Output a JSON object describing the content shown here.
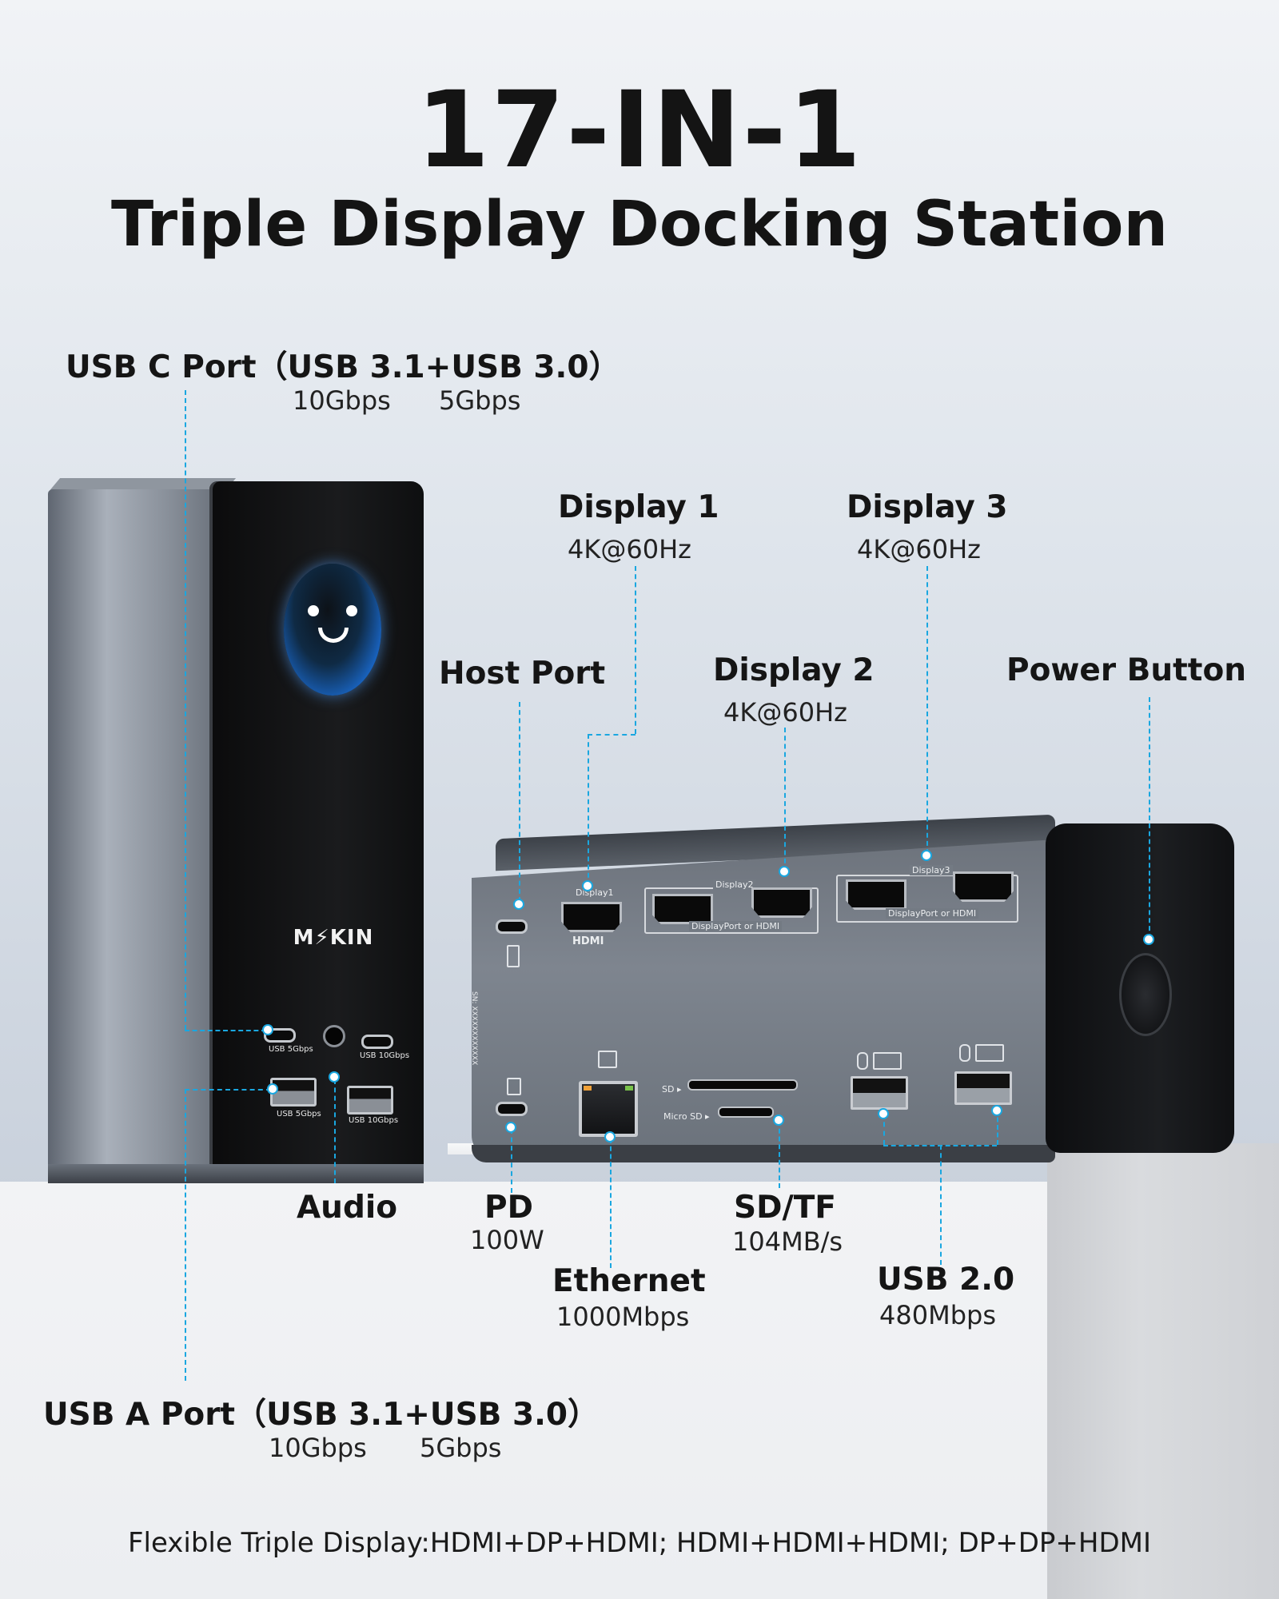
{
  "title": "17-IN-1",
  "subtitle": "Triple Display Docking Station",
  "brand": "M⚡KIN",
  "labels": {
    "usb_c_port": "USB C Port（USB 3.1+USB 3.0）",
    "usb_c_speed_1": "10Gbps",
    "usb_c_speed_2": "5Gbps",
    "display_1": "Display 1",
    "display_1_spec": "4K@60Hz",
    "display_2": "Display 2",
    "display_2_spec": "4K@60Hz",
    "display_3": "Display 3",
    "display_3_spec": "4K@60Hz",
    "host_port": "Host Port",
    "power_button": "Power Button",
    "audio": "Audio",
    "pd": "PD",
    "pd_spec": "100W",
    "ethernet": "Ethernet",
    "ethernet_spec": "1000Mbps",
    "sd_tf": "SD/TF",
    "sd_tf_spec": "104MB/s",
    "usb_20": "USB 2.0",
    "usb_20_spec": "480Mbps",
    "usb_a_port": "USB A Port（USB 3.1+USB 3.0）",
    "usb_a_speed_1": "10Gbps",
    "usb_a_speed_2": "5Gbps"
  },
  "footnote": "Flexible Triple Display:HDMI+DP+HDMI; HDMI+HDMI+HDMI; DP+DP+HDMI",
  "device_print": {
    "usb_c_5g": "USB 5Gbps",
    "usb_c_10g": "USB 10Gbps",
    "usb_a_5g": "USB 5Gbps",
    "usb_a_10g": "USB 10Gbps",
    "display1": "Display1",
    "display2": "Display2",
    "display3": "Display3",
    "hdmi": "HDMI",
    "dp_or_hdmi_2": "DisplayPort or HDMI",
    "dp_or_hdmi_3": "DisplayPort or HDMI",
    "sd": "SD ▸",
    "micro_sd": "Micro SD ▸",
    "serial": "SN: XXXXXXXXXXXX"
  },
  "colors": {
    "accent_line": "#1aa7e0",
    "face_glow": "#3b9aff"
  }
}
